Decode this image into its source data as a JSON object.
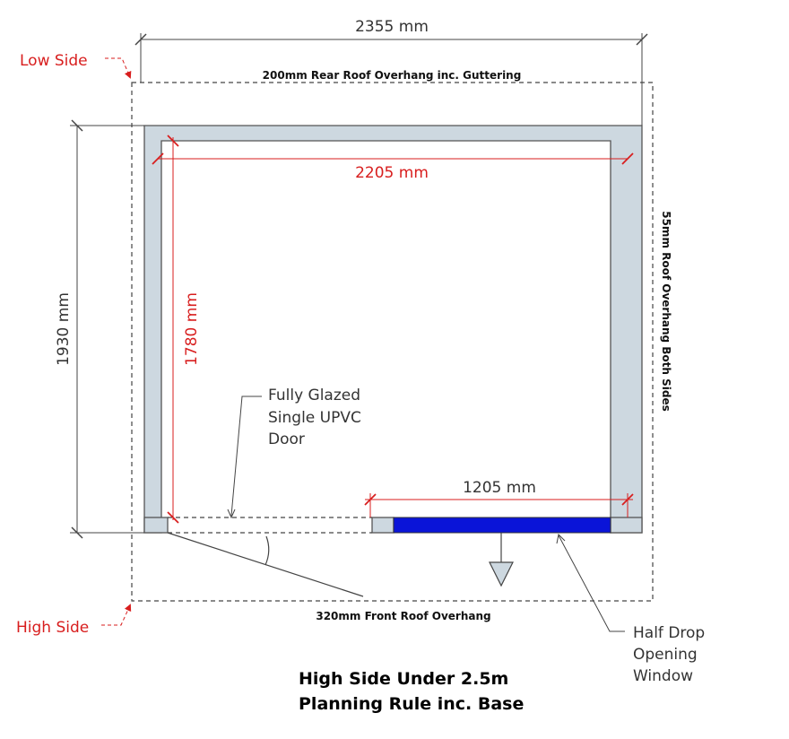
{
  "labels": {
    "low_side": "Low Side",
    "high_side": "High Side",
    "overall_width": "2355 mm",
    "inner_width": "2205 mm",
    "overall_depth": "1930 mm",
    "inner_depth": "1780 mm",
    "window_width": "1205 mm",
    "rear_overhang": "200mm Rear Roof Overhang inc. Guttering",
    "side_overhang": "55mm Roof Overhang Both Sides",
    "front_overhang": "320mm Front Roof Overhang",
    "door_callout": [
      "Fully Glazed",
      "Single UPVC",
      "Door"
    ],
    "window_callout": [
      "Half Drop",
      "Opening",
      "Window"
    ],
    "caption": [
      "High Side Under 2.5m",
      "Planning Rule inc. Base"
    ]
  },
  "colors": {
    "wall_fill": "#cdd8e0",
    "wall_stroke": "#555555",
    "window_glass": "#0a14d8",
    "dimension_red": "#d81e1e",
    "dimension_black": "#333333"
  }
}
